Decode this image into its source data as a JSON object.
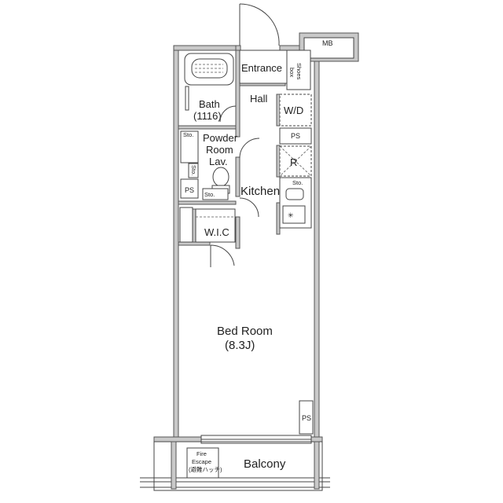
{
  "rooms": {
    "entrance": "Entrance",
    "shoes_box_line1": "Shoes",
    "shoes_box_line2": "box",
    "hall": "Hall",
    "bath_line1": "Bath",
    "bath_line2": "(1116)",
    "wd": "W/D",
    "ps_upper": "PS",
    "ps_left": "PS",
    "ps_bedroom": "PS",
    "sto_upper": "Sto.",
    "sto_mid": "Sto.",
    "sto_toilet": "Sto.",
    "sto_kitchen": "Sto.",
    "powder_line1": "Powder",
    "powder_line2": "Room",
    "powder_line3": "Lav.",
    "refrigerator": "R",
    "kitchen": "Kitchen",
    "wic": "W.I.C",
    "bedroom_line1": "Bed Room",
    "bedroom_line2": "(8.3J)",
    "balcony": "Balcony",
    "fire_line1": "Fire",
    "fire_line2": "Escape",
    "fire_line3": "(避難ハッチ)",
    "mb": "MB"
  }
}
